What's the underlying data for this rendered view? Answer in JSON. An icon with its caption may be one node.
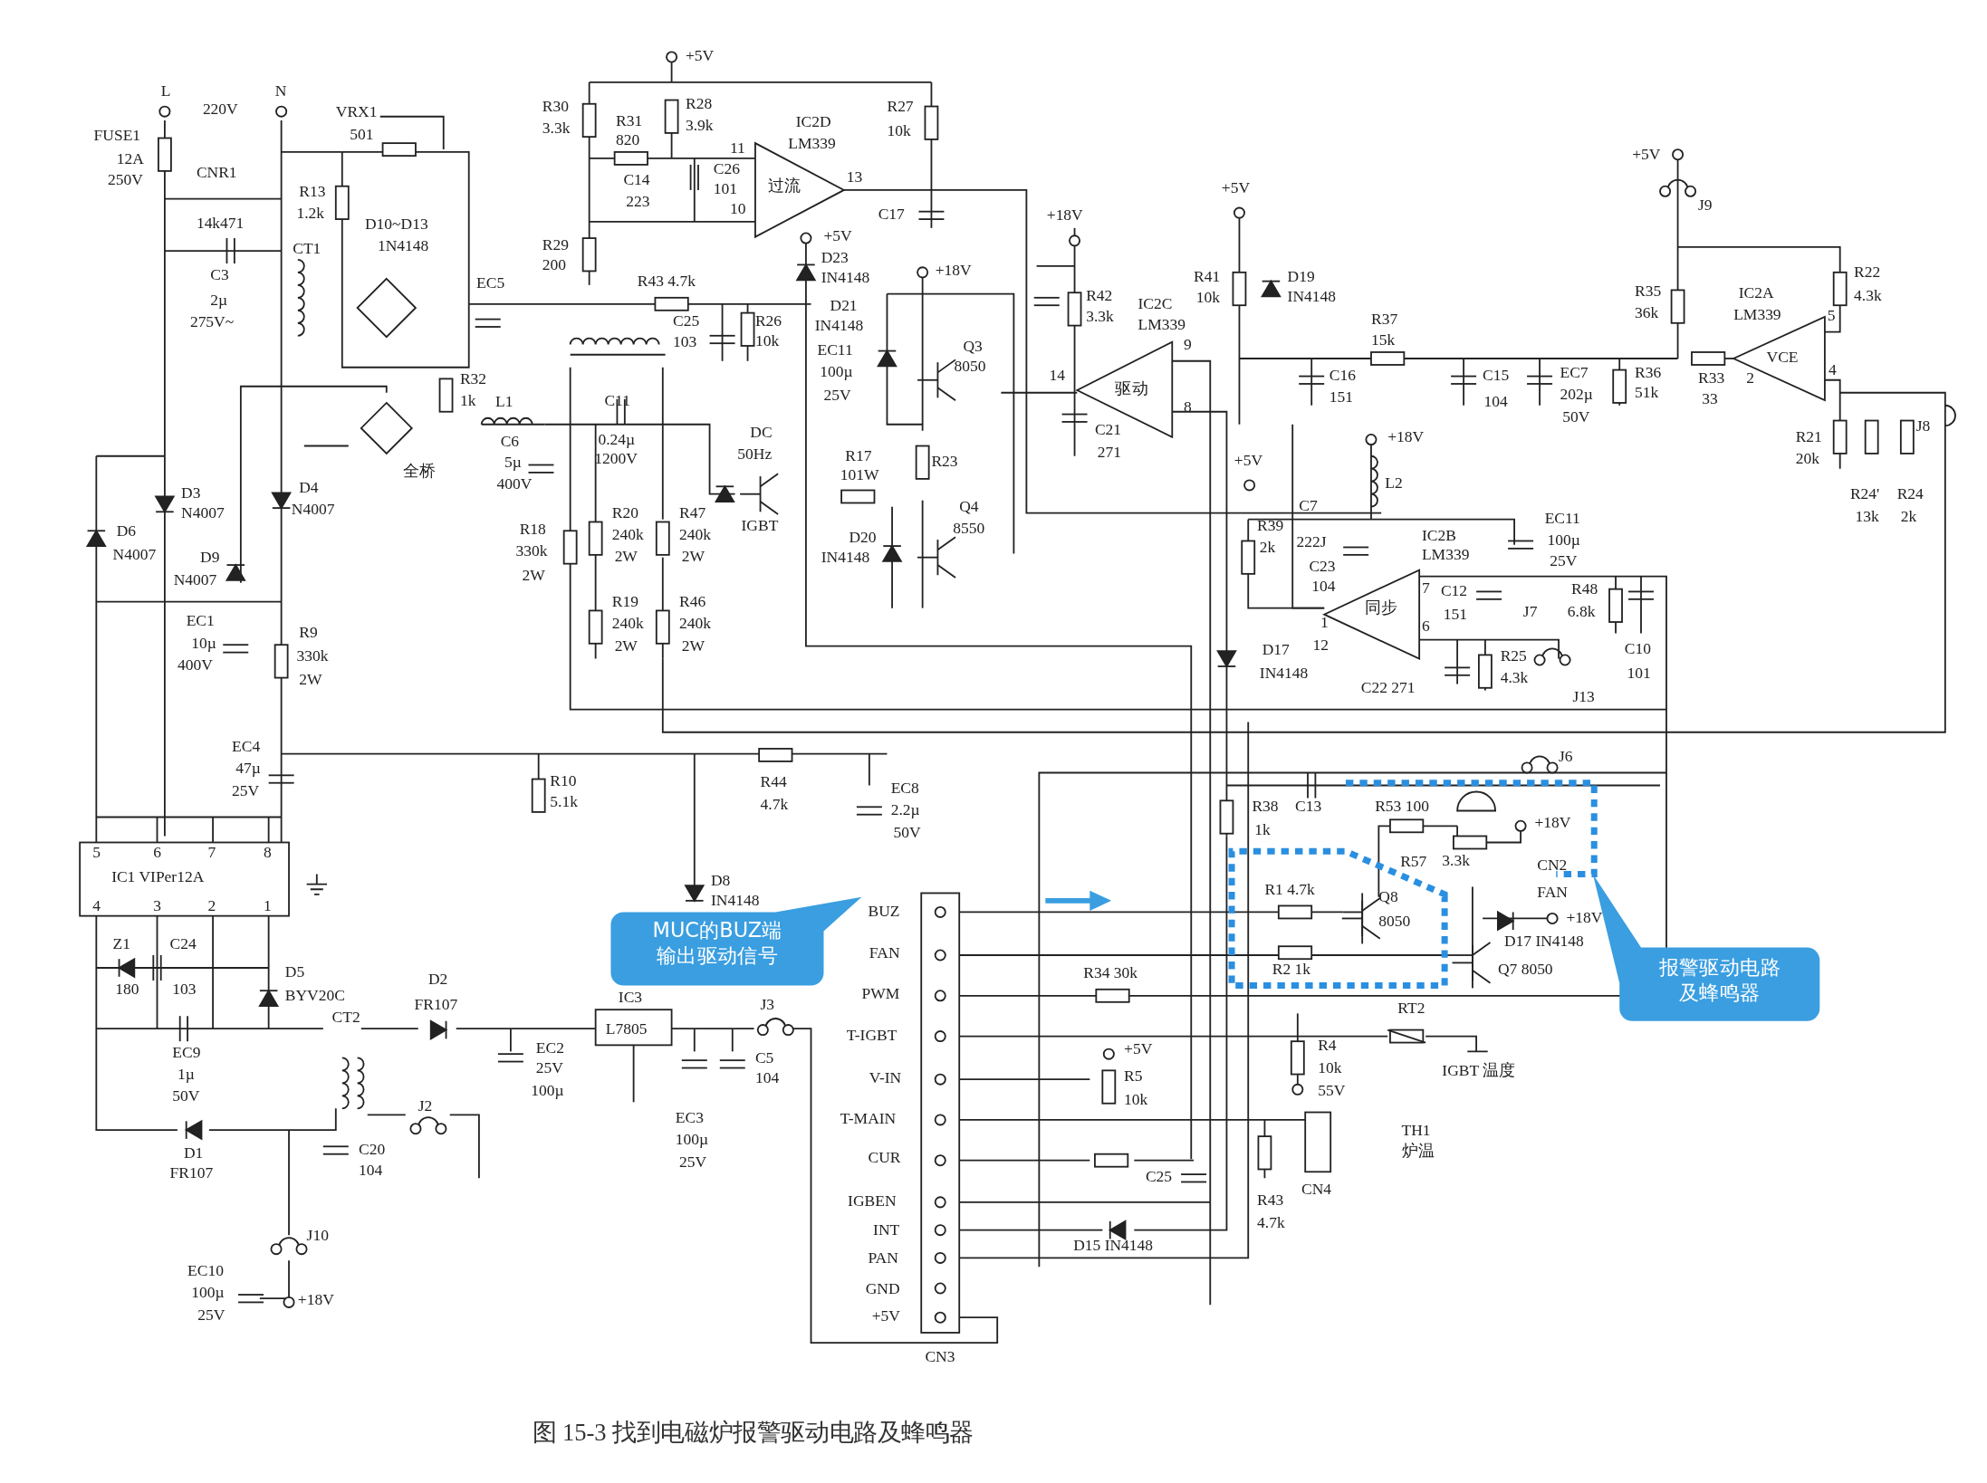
{
  "diagram": {
    "caption": "图 15-3 找到电磁炉报警驱动电路及蜂鸣器",
    "nodes": [
      {
        "text": [
          "MUC的BUZ端输出驱动信号"
        ]
      },
      {
        "text": [
          "报警驱动电路及蜂鸣器"
        ]
      },
      {
        "text": [],
        "shape": "box"
      }
    ],
    "labels": [
      "+5V",
      "L",
      "N",
      "220V",
      "VRX1",
      "501",
      "R30",
      "3.3k",
      "R31",
      "820",
      "R28",
      "3.9k",
      "IC2D",
      "LM339",
      "R27",
      "10k",
      "FUSE1",
      "12A",
      "250V",
      "11",
      "C26",
      "101",
      "C14",
      "223",
      "过流",
      "13",
      "CNR1",
      "R13",
      "1.2k",
      "10",
      "C17",
      "D10~D13",
      "1N4148",
      "+5V",
      "J9",
      "+5V",
      "+18V",
      "14k471",
      "C3",
      "CT1",
      "+5V",
      "D23",
      "IN4148",
      "+18V",
      "R29",
      "200",
      "EC5",
      "R43 4.7k",
      "C25",
      "103",
      "R26",
      "10k",
      "D21",
      "IN4148",
      "EC11",
      "100µ",
      "25V",
      "Q3",
      "8050",
      "R41",
      "D19",
      "R42",
      "10k",
      "IN4148",
      "3.3k",
      "IC2C",
      "LM339",
      "R37",
      "15k",
      "R35",
      "36k",
      "IC2A",
      "LM339",
      "R22",
      "4.3k",
      "2µ",
      "275V~",
      "9",
      "VCE",
      "5",
      "R32",
      "14",
      "C16",
      "C15",
      "EC7",
      "R36",
      "R33",
      "2",
      "4",
      "1k",
      "L1",
      "C11",
      "驱动",
      "151",
      "104",
      "202µ",
      "51k",
      "33",
      "50V",
      "C6",
      "5µ",
      "400V",
      "0.24µ",
      "1200V",
      "DC",
      "50Hz",
      "全桥",
      "8",
      "C21",
      "271",
      "R21",
      "20k",
      "J8",
      "+18V",
      "+5V",
      "R17",
      "101W",
      "R23",
      "L2",
      "D3",
      "D4",
      "N4007",
      "N4007",
      "R20",
      "R47",
      "Q4",
      "R18",
      "240k",
      "240k",
      "IGBT",
      "8550",
      "330k",
      "2W",
      "2W",
      "2W",
      "R24'",
      "13k",
      "R24",
      "2k",
      "D6",
      "N4007",
      "D9",
      "N4007",
      "R39",
      "2k",
      "C7",
      "222J",
      "C23",
      "104",
      "IC2B",
      "LM339",
      "EC11",
      "100µ",
      "25V",
      "D20",
      "IN4148",
      "7",
      "同步",
      "C12",
      "151",
      "J7",
      "R48",
      "6.8k",
      "EC1",
      "10µ",
      "400V",
      "R9",
      "330k",
      "2W",
      "R19",
      "240k",
      "2W",
      "R46",
      "240k",
      "2W",
      "1",
      "6",
      "12",
      "D17",
      "IN4148",
      "C22 271",
      "R25",
      "4.3k",
      "J13",
      "C10",
      "101",
      "EC4",
      "47µ",
      "25V",
      "R10",
      "5.1k",
      "R44",
      "4.7k",
      "EC8",
      "2.2µ",
      "50V",
      "J6",
      "R38",
      "1k",
      "C13",
      "R53 100",
      "+18V",
      "5",
      "6",
      "7",
      "8",
      "IC1 VIPer12A",
      "4",
      "3",
      "2",
      "1",
      "R57",
      "3.3k",
      "CN2",
      "FAN",
      "D8",
      "IN4148",
      "BUZ",
      "R1 4.7k",
      "Q8",
      "8050",
      "+18V",
      "Z1",
      "C24",
      "FAN",
      "D17 IN4148",
      "D5",
      "D2",
      "R34 30k",
      "R2 1k",
      "Q7 8050",
      "180",
      "103",
      "BYV20C",
      "CT2",
      "FR107",
      "IC3",
      "J3",
      "PWM",
      "RT2",
      "L7805",
      "T-IGBT",
      "EC9",
      "1µ",
      "50V",
      "EC2",
      "25V",
      "100µ",
      "C5",
      "104",
      "+5V",
      "R4",
      "10k",
      "IGBT 温度",
      "V-IN",
      "R5",
      "10k",
      "55V",
      "J2",
      "T-MAIN",
      "TH1",
      "炉温",
      "D1",
      "FR107",
      "C20",
      "104",
      "EC3",
      "100µ",
      "25V",
      "CUR",
      "C25",
      "R43",
      "4.7k",
      "CN4",
      "IGBEN",
      "INT",
      "J10",
      "D15 IN4148",
      "PAN",
      "EC10",
      "100µ",
      "+18V",
      "25V",
      "GND",
      "+5V",
      "CN3"
    ]
  }
}
